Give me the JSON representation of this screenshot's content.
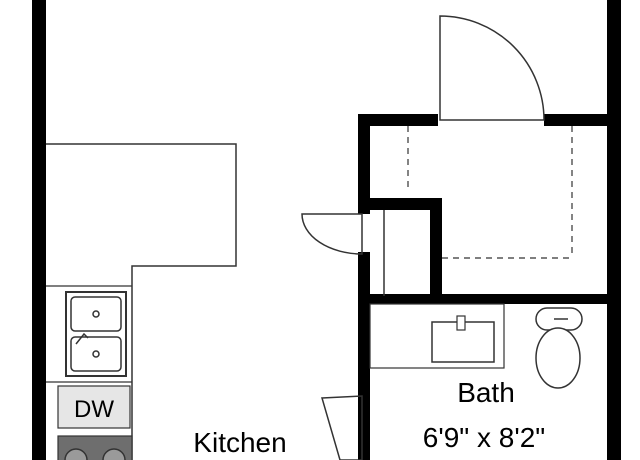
{
  "rooms": {
    "bath": {
      "name": "Bath",
      "dimensions": "6'9\" x 8'2\""
    },
    "kitchen": {
      "name": "Kitchen"
    }
  },
  "appliances": {
    "dishwasher": "DW"
  },
  "colors": {
    "wall": "#000000",
    "line": "#333333",
    "appliance_fill": "#e6e6e6",
    "range_fill": "#6e6e6e",
    "background": "#ffffff"
  }
}
